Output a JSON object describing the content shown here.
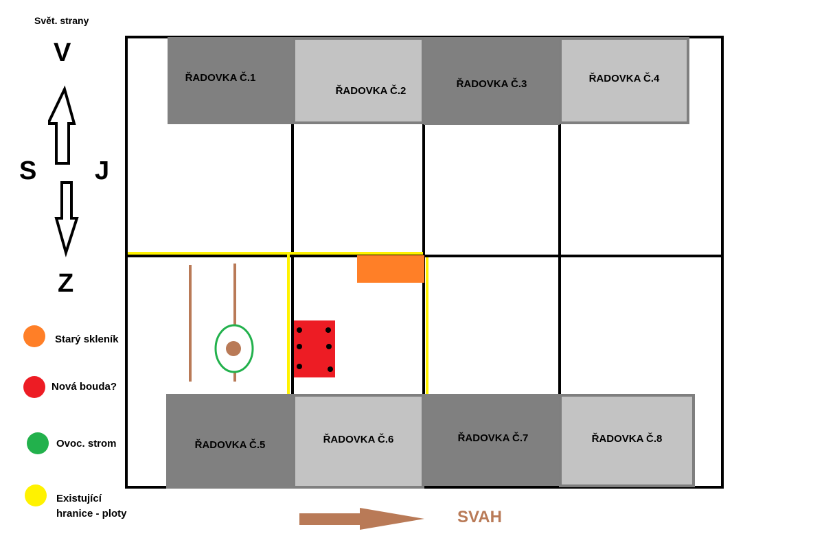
{
  "compass": {
    "title": "Svět. strany",
    "north": "V",
    "west": "S",
    "east": "J",
    "south": "Z"
  },
  "houses": [
    "ŘADOVKA Č.1",
    "ŘADOVKA Č.2",
    "ŘADOVKA Č.3",
    "ŘADOVKA Č.4",
    "ŘADOVKA Č.5",
    "ŘADOVKA Č.6",
    "ŘADOVKA Č.7",
    "ŘADOVKA Č.8"
  ],
  "legend": [
    {
      "label": "Starý skleník",
      "color": "#ff7f27"
    },
    {
      "label": "Nová bouda?",
      "color": "#ed1c24"
    },
    {
      "label": "Ovoc. strom",
      "color": "#22b14c"
    },
    {
      "label": "Existující hranice - ploty",
      "color": "#fff200",
      "line1": "Existující",
      "line2": "hranice - ploty"
    }
  ],
  "slope": {
    "label": "SVAH",
    "color": "#b97a57"
  },
  "colors": {
    "row_house_dark": "#808080",
    "row_house_light": "#c3c3c3",
    "fence": "#fff200",
    "greenhouse": "#ff7f27",
    "shed": "#ed1c24",
    "tree": "#22b14c",
    "garden_beds": "#b97a57"
  }
}
